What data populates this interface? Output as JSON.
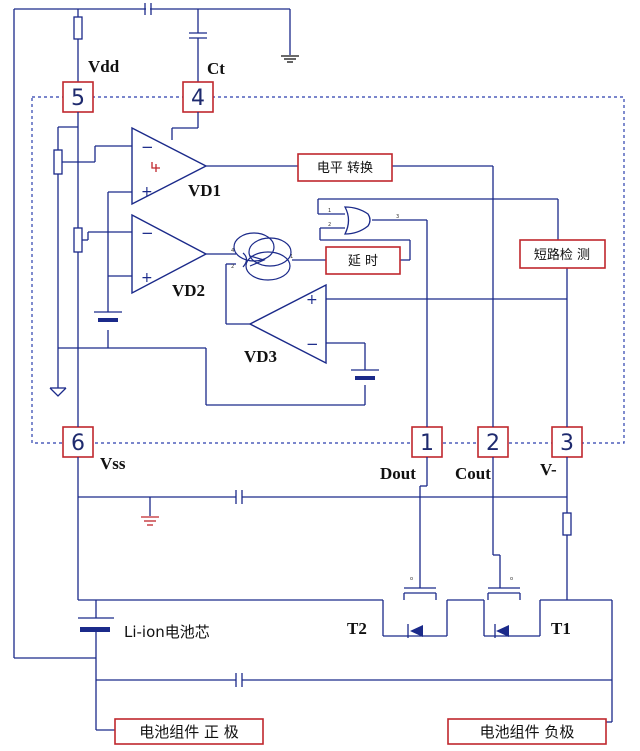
{
  "pins": {
    "vdd": {
      "num": "5",
      "label": "Vdd"
    },
    "ct": {
      "num": "4",
      "label": "Ct"
    },
    "vss": {
      "num": "6",
      "label": "Vss"
    },
    "dout": {
      "num": "1",
      "label": "Dout"
    },
    "cout": {
      "num": "2",
      "label": "Cout"
    },
    "vminus": {
      "num": "3",
      "label": "V-"
    }
  },
  "blocks": {
    "level_shift": "电平  转换",
    "delay": "延 时",
    "short_detect": "短路检 测"
  },
  "comparators": {
    "vd1": "VD1",
    "vd2": "VD2",
    "vd3": "VD3"
  },
  "gate_pins": {
    "in1": "1",
    "in2": "2",
    "out": "3",
    "a": "4",
    "b": "5"
  },
  "transistors": {
    "t2": "T2",
    "t1": "T1"
  },
  "battery": {
    "cell": "Li-ion电池芯"
  },
  "terminals": {
    "positive": "电池组件 正 极",
    "negative": "电池组件 负极"
  },
  "colors": {
    "wire": "#1b2a8a",
    "box_border": "#c0272d",
    "frame_dash": "#2b3fae"
  }
}
